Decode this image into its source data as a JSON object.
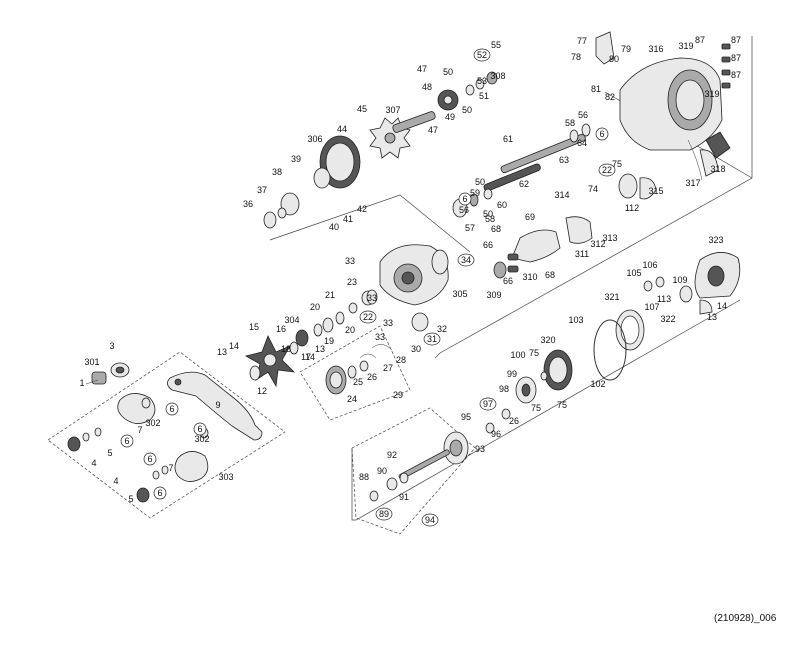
{
  "diagram": {
    "code": "(210928)_006",
    "labels": [
      {
        "id": "1",
        "t": "1"
      },
      {
        "id": "3",
        "t": "3"
      },
      {
        "id": "301",
        "t": "301"
      },
      {
        "id": "6a",
        "t": "6"
      },
      {
        "id": "6b",
        "t": "6"
      },
      {
        "id": "6c",
        "t": "6"
      },
      {
        "id": "6d",
        "t": "6"
      },
      {
        "id": "6e",
        "t": "6"
      },
      {
        "id": "7a",
        "t": "7"
      },
      {
        "id": "7b",
        "t": "7"
      },
      {
        "id": "4a",
        "t": "4"
      },
      {
        "id": "4b",
        "t": "4"
      },
      {
        "id": "5a",
        "t": "5"
      },
      {
        "id": "5b",
        "t": "5"
      },
      {
        "id": "302a",
        "t": "302"
      },
      {
        "id": "302b",
        "t": "302"
      },
      {
        "id": "303",
        "t": "303"
      },
      {
        "id": "9",
        "t": "9"
      },
      {
        "id": "12",
        "t": "12"
      },
      {
        "id": "13a",
        "t": "13"
      },
      {
        "id": "14a",
        "t": "14"
      },
      {
        "id": "15",
        "t": "15"
      },
      {
        "id": "16",
        "t": "16"
      },
      {
        "id": "17",
        "t": "17"
      },
      {
        "id": "18",
        "t": "18"
      },
      {
        "id": "19",
        "t": "19"
      },
      {
        "id": "20a",
        "t": "20"
      },
      {
        "id": "20b",
        "t": "20"
      },
      {
        "id": "21",
        "t": "21"
      },
      {
        "id": "22a",
        "t": "22"
      },
      {
        "id": "23",
        "t": "23"
      },
      {
        "id": "304",
        "t": "304"
      },
      {
        "id": "13b",
        "t": "13"
      },
      {
        "id": "14b",
        "t": "14"
      },
      {
        "id": "24",
        "t": "24"
      },
      {
        "id": "25",
        "t": "25"
      },
      {
        "id": "26a",
        "t": "26"
      },
      {
        "id": "27",
        "t": "27"
      },
      {
        "id": "28",
        "t": "28"
      },
      {
        "id": "29",
        "t": "29"
      },
      {
        "id": "30",
        "t": "30"
      },
      {
        "id": "31",
        "t": "31"
      },
      {
        "id": "32",
        "t": "32"
      },
      {
        "id": "33a",
        "t": "33"
      },
      {
        "id": "33b",
        "t": "33"
      },
      {
        "id": "33c",
        "t": "33"
      },
      {
        "id": "33d",
        "t": "33"
      },
      {
        "id": "34",
        "t": "34"
      },
      {
        "id": "305",
        "t": "305"
      },
      {
        "id": "36",
        "t": "36"
      },
      {
        "id": "37",
        "t": "37"
      },
      {
        "id": "38",
        "t": "38"
      },
      {
        "id": "39",
        "t": "39"
      },
      {
        "id": "40",
        "t": "40"
      },
      {
        "id": "41",
        "t": "41"
      },
      {
        "id": "42",
        "t": "42"
      },
      {
        "id": "44",
        "t": "44"
      },
      {
        "id": "45",
        "t": "45"
      },
      {
        "id": "306",
        "t": "306"
      },
      {
        "id": "307",
        "t": "307"
      },
      {
        "id": "47a",
        "t": "47"
      },
      {
        "id": "47b",
        "t": "47"
      },
      {
        "id": "48",
        "t": "48"
      },
      {
        "id": "49",
        "t": "49"
      },
      {
        "id": "50a",
        "t": "50"
      },
      {
        "id": "50b",
        "t": "50"
      },
      {
        "id": "50c",
        "t": "50"
      },
      {
        "id": "50d",
        "t": "50"
      },
      {
        "id": "51",
        "t": "51"
      },
      {
        "id": "52",
        "t": "52"
      },
      {
        "id": "53",
        "t": "53"
      },
      {
        "id": "55",
        "t": "55"
      },
      {
        "id": "308",
        "t": "308"
      },
      {
        "id": "56a",
        "t": "56"
      },
      {
        "id": "56b",
        "t": "56"
      },
      {
        "id": "57",
        "t": "57"
      },
      {
        "id": "58a",
        "t": "58"
      },
      {
        "id": "58b",
        "t": "58"
      },
      {
        "id": "59",
        "t": "59"
      },
      {
        "id": "60",
        "t": "60"
      },
      {
        "id": "61",
        "t": "61"
      },
      {
        "id": "62",
        "t": "62"
      },
      {
        "id": "63",
        "t": "63"
      },
      {
        "id": "64",
        "t": "64"
      },
      {
        "id": "6f",
        "t": "6"
      },
      {
        "id": "6g",
        "t": "6"
      },
      {
        "id": "66a",
        "t": "66"
      },
      {
        "id": "66b",
        "t": "66"
      },
      {
        "id": "68a",
        "t": "68"
      },
      {
        "id": "68b",
        "t": "68"
      },
      {
        "id": "69",
        "t": "69"
      },
      {
        "id": "309",
        "t": "309"
      },
      {
        "id": "310",
        "t": "310"
      },
      {
        "id": "311",
        "t": "311"
      },
      {
        "id": "312",
        "t": "312"
      },
      {
        "id": "313",
        "t": "313"
      },
      {
        "id": "314",
        "t": "314"
      },
      {
        "id": "22b",
        "t": "22"
      },
      {
        "id": "74a",
        "t": "74"
      },
      {
        "id": "75a",
        "t": "75"
      },
      {
        "id": "112",
        "t": "112"
      },
      {
        "id": "315",
        "t": "315"
      },
      {
        "id": "77",
        "t": "77"
      },
      {
        "id": "78",
        "t": "78"
      },
      {
        "id": "79",
        "t": "79"
      },
      {
        "id": "80",
        "t": "80"
      },
      {
        "id": "81",
        "t": "81"
      },
      {
        "id": "82",
        "t": "82"
      },
      {
        "id": "316",
        "t": "316"
      },
      {
        "id": "319a",
        "t": "319"
      },
      {
        "id": "319b",
        "t": "319"
      },
      {
        "id": "87a",
        "t": "87"
      },
      {
        "id": "87b",
        "t": "87"
      },
      {
        "id": "87c",
        "t": "87"
      },
      {
        "id": "87d",
        "t": "87"
      },
      {
        "id": "317",
        "t": "317"
      },
      {
        "id": "318",
        "t": "318"
      },
      {
        "id": "323",
        "t": "323"
      },
      {
        "id": "105",
        "t": "105"
      },
      {
        "id": "106",
        "t": "106"
      },
      {
        "id": "109",
        "t": "109"
      },
      {
        "id": "113",
        "t": "113"
      },
      {
        "id": "107",
        "t": "107"
      },
      {
        "id": "322",
        "t": "322"
      },
      {
        "id": "13c",
        "t": "13"
      },
      {
        "id": "14c",
        "t": "14"
      },
      {
        "id": "321",
        "t": "321"
      },
      {
        "id": "103",
        "t": "103"
      },
      {
        "id": "102",
        "t": "102"
      },
      {
        "id": "320",
        "t": "320"
      },
      {
        "id": "100",
        "t": "100"
      },
      {
        "id": "75b",
        "t": "75"
      },
      {
        "id": "99",
        "t": "99"
      },
      {
        "id": "98",
        "t": "98"
      },
      {
        "id": "75c",
        "t": "75"
      },
      {
        "id": "75d",
        "t": "75"
      },
      {
        "id": "97",
        "t": "97"
      },
      {
        "id": "26b",
        "t": "26"
      },
      {
        "id": "95",
        "t": "95"
      },
      {
        "id": "96",
        "t": "96"
      },
      {
        "id": "93",
        "t": "93"
      },
      {
        "id": "92",
        "t": "92"
      },
      {
        "id": "90",
        "t": "90"
      },
      {
        "id": "91",
        "t": "91"
      },
      {
        "id": "88",
        "t": "88"
      },
      {
        "id": "89",
        "t": "89"
      },
      {
        "id": "94",
        "t": "94"
      }
    ],
    "circled": [
      "6a",
      "6b",
      "6c",
      "6d",
      "6e",
      "22a",
      "31",
      "34",
      "52",
      "6f",
      "6g",
      "22b",
      "97",
      "89",
      "94"
    ]
  }
}
